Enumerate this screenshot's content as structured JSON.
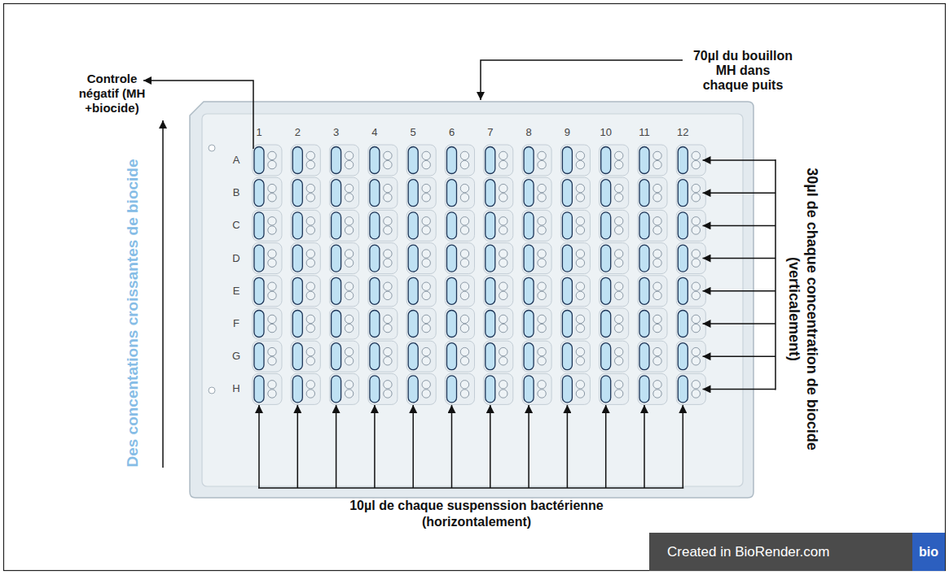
{
  "diagram": {
    "nodes": [
      {
        "text": [
          "Created in BioRender.com"
        ]
      },
      {
        "text": [
          "bio"
        ],
        "in": 0
      }
    ],
    "labels": [
      "Controle négatif (MH +biocide)",
      "70µl du bouillon MH dans chaque puits",
      "Des concentations croissantes de biocide",
      "30µl de chaque concentration de biocide (verticalement)",
      "10µl de chaque suspenssion bactérienne (horizontalement)",
      "1",
      "2",
      "3",
      "4",
      "5",
      "6",
      "7",
      "8",
      "9",
      "10",
      "11",
      "12",
      "A",
      "B",
      "C",
      "D",
      "E",
      "F",
      "G",
      "H"
    ]
  }
}
